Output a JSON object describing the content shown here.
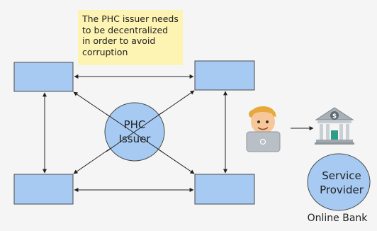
{
  "note": {
    "lines": [
      "The PHC issuer needs",
      "to be decentralized",
      "in order to avoid",
      "corruption"
    ]
  },
  "issuer": {
    "lines": [
      "PHC",
      "Issuer"
    ]
  },
  "provider": {
    "lines": [
      "Service",
      "Provider"
    ],
    "caption": "Online Bank"
  },
  "icons": {
    "user": "person-at-laptop-icon",
    "bank": "bank-building-icon"
  },
  "colors": {
    "node_fill": "#a6caf2",
    "node_stroke": "#4a4a4a",
    "note_fill": "#fdf3b3",
    "background": "#f5f5f5"
  }
}
